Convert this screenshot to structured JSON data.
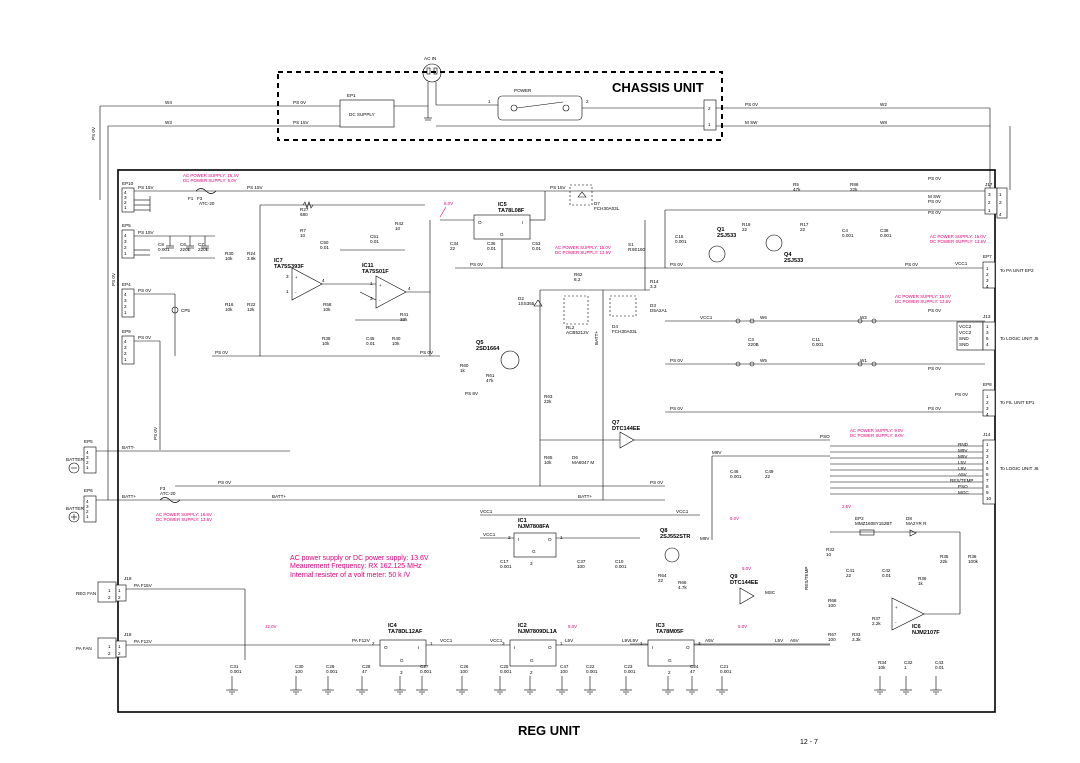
{
  "titles": {
    "chassis": "CHASSIS UNIT",
    "reg": "REG UNIT",
    "page": "12 - 7"
  },
  "chassis": {
    "ac_in": "AC IN",
    "power": "POWER",
    "ep1": "EP1",
    "dc_supply": "DC SUPPLY",
    "ps0v": "PS 0V",
    "ps15v": "PS 15V",
    "w4": "W4",
    "w3": "W3",
    "w2": "W2",
    "w8": "W8",
    "m_sw": "M SW",
    "ps0v_r": "PS 0V",
    "j1": "1",
    "j2": "2",
    "pin1": "1",
    "pin2": "2",
    "pin3": "3"
  },
  "notes": {
    "a1": "AC POWER SUPPLY: 15.4V",
    "a2": "DC POWER SUPPLY: 5.0V",
    "b1": "AC POWER SUPPLY: 15.0V",
    "b2": "DC POWER SUPPLY: 13.6V",
    "c1": "AC POWER SUPPLY: 15.0V",
    "c2": "DC POWER SUPPLY: 13.6V",
    "d1": "AC POWER SUPPLY: 15.0V",
    "d2": "DC POWER SUPPLY: 13.6V",
    "e1": "AC POWER SUPPLY: 9.0V",
    "e2": "DC POWER SUPPLY: 9.0V",
    "f1": "AC POWER SUPPLY: 16.8V",
    "f2": "DC POWER SUPPLY: 13.6V",
    "v8": "8.0V",
    "v9": "9.0V",
    "v5": "5.0V",
    "v25": "2.5V",
    "v12": "12.0V",
    "v90": "9.0V",
    "v50": "5.0V",
    "cond1": "AC power supply or DC power supply: 13.6V",
    "cond2": "Meaurement Frequency: RX 162.125 MHz",
    "cond3": "Internal resister of a volt meter: 50 k  /V"
  },
  "parts": {
    "ic5": "IC5",
    "ic5p": "TA78L08F",
    "ic7": "IC7",
    "ic7p": "TA75S393F",
    "ic11": "IC11",
    "ic11p": "TA75S01F",
    "ic1": "IC1",
    "ic1p": "NJM7808FA",
    "ic4": "IC4",
    "ic4p": "TA78DL12AF",
    "ic2": "IC2",
    "ic2p": "NJM7809DL1A",
    "ic3": "IC3",
    "ic3p": "TA78M05F",
    "ic6": "IC6",
    "ic6p": "NJM2107F",
    "q1": "Q1",
    "q1p": "2SJ533",
    "q4": "Q4",
    "q4p": "2SJ533",
    "q5": "Q5",
    "q5p": "2SD1664",
    "q7": "Q7",
    "q7p": "DTC144EE",
    "q8": "Q8",
    "q8p": "2SJ552STR",
    "q9": "Q9",
    "q9p": "DTC144EE",
    "d7": "D7",
    "d7p": "FCH30A03L",
    "d2": "D2",
    "d2p": "1SS355",
    "d3": "D3",
    "d3p": "D5A2A1",
    "d4": "D4",
    "d4p": "FCH30A03L",
    "d6": "D6",
    "d6p": "MA8047 M",
    "d8": "D8",
    "d8p": "MA2YR R",
    "rl2": "RL2",
    "rl2p": "ACB5212V",
    "ep2": "EP2",
    "ep2p": "MMZ1608Y152BT",
    "f1": "F1",
    "f1p": "ATC-20",
    "f3": "F3",
    "f3b": "ATC-20",
    "r27": "R27",
    "r27v": "680",
    "r7": "R7",
    "r7v": "10",
    "r42": "R42",
    "r42v": "10",
    "r30": "R30",
    "r30v": "10k",
    "r24": "R24",
    "r24v": "3.9k",
    "r58": "R58",
    "r58v": "10k",
    "r16": "R16",
    "r16v": "10k",
    "r22": "R22",
    "r22v": "12k",
    "r39": "R39",
    "r39v": "10k",
    "r40": "R40",
    "r40v": "10k",
    "r41": "R41",
    "r41v": "33k",
    "r5": "R5",
    "r5v": "47k",
    "r86": "R86",
    "r86v": "22k",
    "r19": "R19",
    "r19v": "22",
    "r17": "R17",
    "r17v": "22",
    "r62": "R62",
    "r62v": "8.2",
    "r14": "R14",
    "r14v": "3.3",
    "r60": "R60",
    "r60v": "1k",
    "r61": "R61",
    "r61v": "47k",
    "r63": "R63",
    "r63v": "22k",
    "r65": "R65",
    "r65v": "10k",
    "r64": "R64",
    "r64v": "22",
    "r66": "R66",
    "r66v": "4.7k",
    "r32": "R32",
    "r32v": "10",
    "r37": "R37",
    "r37v": "2.2k",
    "r38": "R38",
    "r38v": "100k",
    "r36": "R36",
    "r36v": "1k",
    "r35": "R35",
    "r35v": "22k",
    "r34": "R34",
    "r34v": "10k",
    "r33": "R33",
    "r33v": "3.3k",
    "r68": "R68",
    "r68v": "100",
    "r67": "R67",
    "r67v": "100",
    "r31": "R31",
    "r31v": "10k",
    "c8": "C8",
    "c8v": "0.001",
    "c6": "C6",
    "c6v": "220E",
    "c7": "C7",
    "c7v": "220E",
    "c50": "C50",
    "c50v": "0.01",
    "c51": "C51",
    "c51v": "0.01",
    "c34": "C34",
    "c34v": "22",
    "c36": "C36",
    "c36v": "0.01",
    "c53": "C53",
    "c53v": "0.01",
    "c15": "C15",
    "c15v": "0.001",
    "c4": "C4",
    "c4v": "0.001",
    "c38": "C38",
    "c38v": "0.001",
    "c45": "C45",
    "c45v": "0.01",
    "c3": "C3",
    "c3v": "220B",
    "c11": "C11",
    "c11v": "0.001",
    "c46": "C46",
    "c46v": "0.001",
    "c49": "C49",
    "c49v": "22",
    "c17": "C17",
    "c17v": "0.001",
    "c37": "C37",
    "c37v": "100",
    "c10": "C10",
    "c10v": "0.001",
    "c41": "C41",
    "c41v": "22",
    "c42": "C42",
    "c42v": "0.01",
    "c31": "C31",
    "c31v": "0.001",
    "c30": "C30",
    "c30v": "100",
    "c29": "C29",
    "c29v": "0.001",
    "c28": "C28",
    "c28v": "47",
    "c27": "C27",
    "c27v": "0.001",
    "c26": "C26",
    "c26v": "100",
    "c25": "C25",
    "c25v": "0.001",
    "c47": "C47",
    "c47v": "100",
    "c22": "C22",
    "c22v": "0.001",
    "c23": "C23",
    "c23v": "0.001",
    "c24": "C24",
    "c24v": "47",
    "c21": "C21",
    "c21v": "0.001",
    "c32": "C32",
    "c32v": "1",
    "c43": "C43",
    "c43v": "0.01",
    "s1": "S1",
    "s1p": "RXE160",
    "cp5": "CP5"
  },
  "connectors": {
    "ep10": "EP10",
    "ep5": "EP5",
    "ep4": "EP4",
    "ep9": "EP9",
    "ep6": "EP6",
    "ep8": "EP8",
    "j17": "J17",
    "j13": "J13",
    "j16": "J16",
    "j18": "J18",
    "j19": "J19",
    "j14": "J14",
    "ep7": "EP7",
    "ep3": "EP3",
    "pa_unit": "To PA UNIT EP2",
    "logic_unit": "To LOGIC UNIT J5",
    "fil_unit": "To FIL UNIT EP1",
    "logic_unit2": "To LOGIC UNIT J6",
    "battery_minus": "BATTERY",
    "battery_plus": "BATTERY",
    "reg_fan": "REG FAN",
    "pa_fan": "PA FAN"
  },
  "nets": {
    "ps15v": "PS 15V",
    "ps0v": "PS 0V",
    "battm": "BATT-",
    "battp": "BATT+",
    "vcc1": "VCC1",
    "m_sw": "M SW",
    "m9v": "M9V",
    "m5v": "M5V",
    "ps9v": "PS 9V",
    "ps8v": "PS 8V",
    "l5v": "L5V",
    "a5v": "A5V",
    "l9v": "L9V",
    "rx5v": "RX5V",
    "res_temp": "RES/TEMP",
    "pa_f12v": "PA F12V",
    "pa_f15v": "PA F15V",
    "pa_f12v2": "PA F12V",
    "pso": "PSO",
    "mgc": "MGC",
    "msc": "MSC",
    "ps_0v": "PS 0V",
    "pso2": "PSO",
    "vcc2": "VCC2",
    "snd": "SND",
    "snd2": "SND",
    "rnd": "RND",
    "w1": "W1",
    "w2": "W2",
    "w5": "W5",
    "w6": "W6"
  }
}
